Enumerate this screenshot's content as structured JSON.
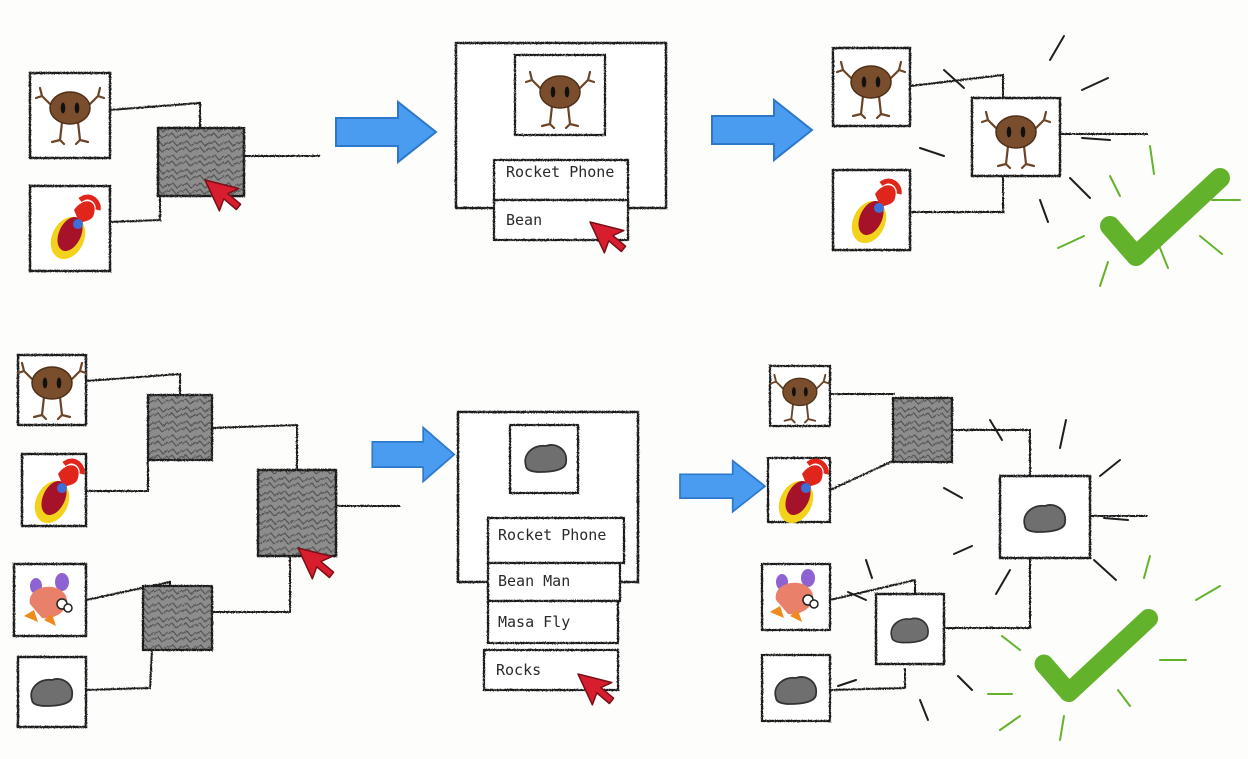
{
  "colors": {
    "paper": "#fdfdfb",
    "pencil": "#1e1e1e",
    "mystery_fill": "#8c8c8c",
    "arrow": "#3a8fe6",
    "check": "#63b22c",
    "cursor": "#d81e2e",
    "creature_brown": "#6b4326",
    "rocket_red": "#e0251b",
    "rocket_yellow": "#f2d21b",
    "rock_gray": "#6f6f6f"
  },
  "icons": [
    "round-creature-icon",
    "rocket-icon",
    "winged-creature-icon",
    "rock-icon",
    "cursor-icon",
    "check-icon",
    "right-arrow-icon"
  ],
  "top_row": {
    "choice_menu": [
      "Rocket Phone",
      "Bean"
    ]
  },
  "bottom_row": {
    "choice_menu": [
      "Rocket Phone",
      "Bean Man",
      "Masa Fly",
      "Rocks"
    ]
  }
}
